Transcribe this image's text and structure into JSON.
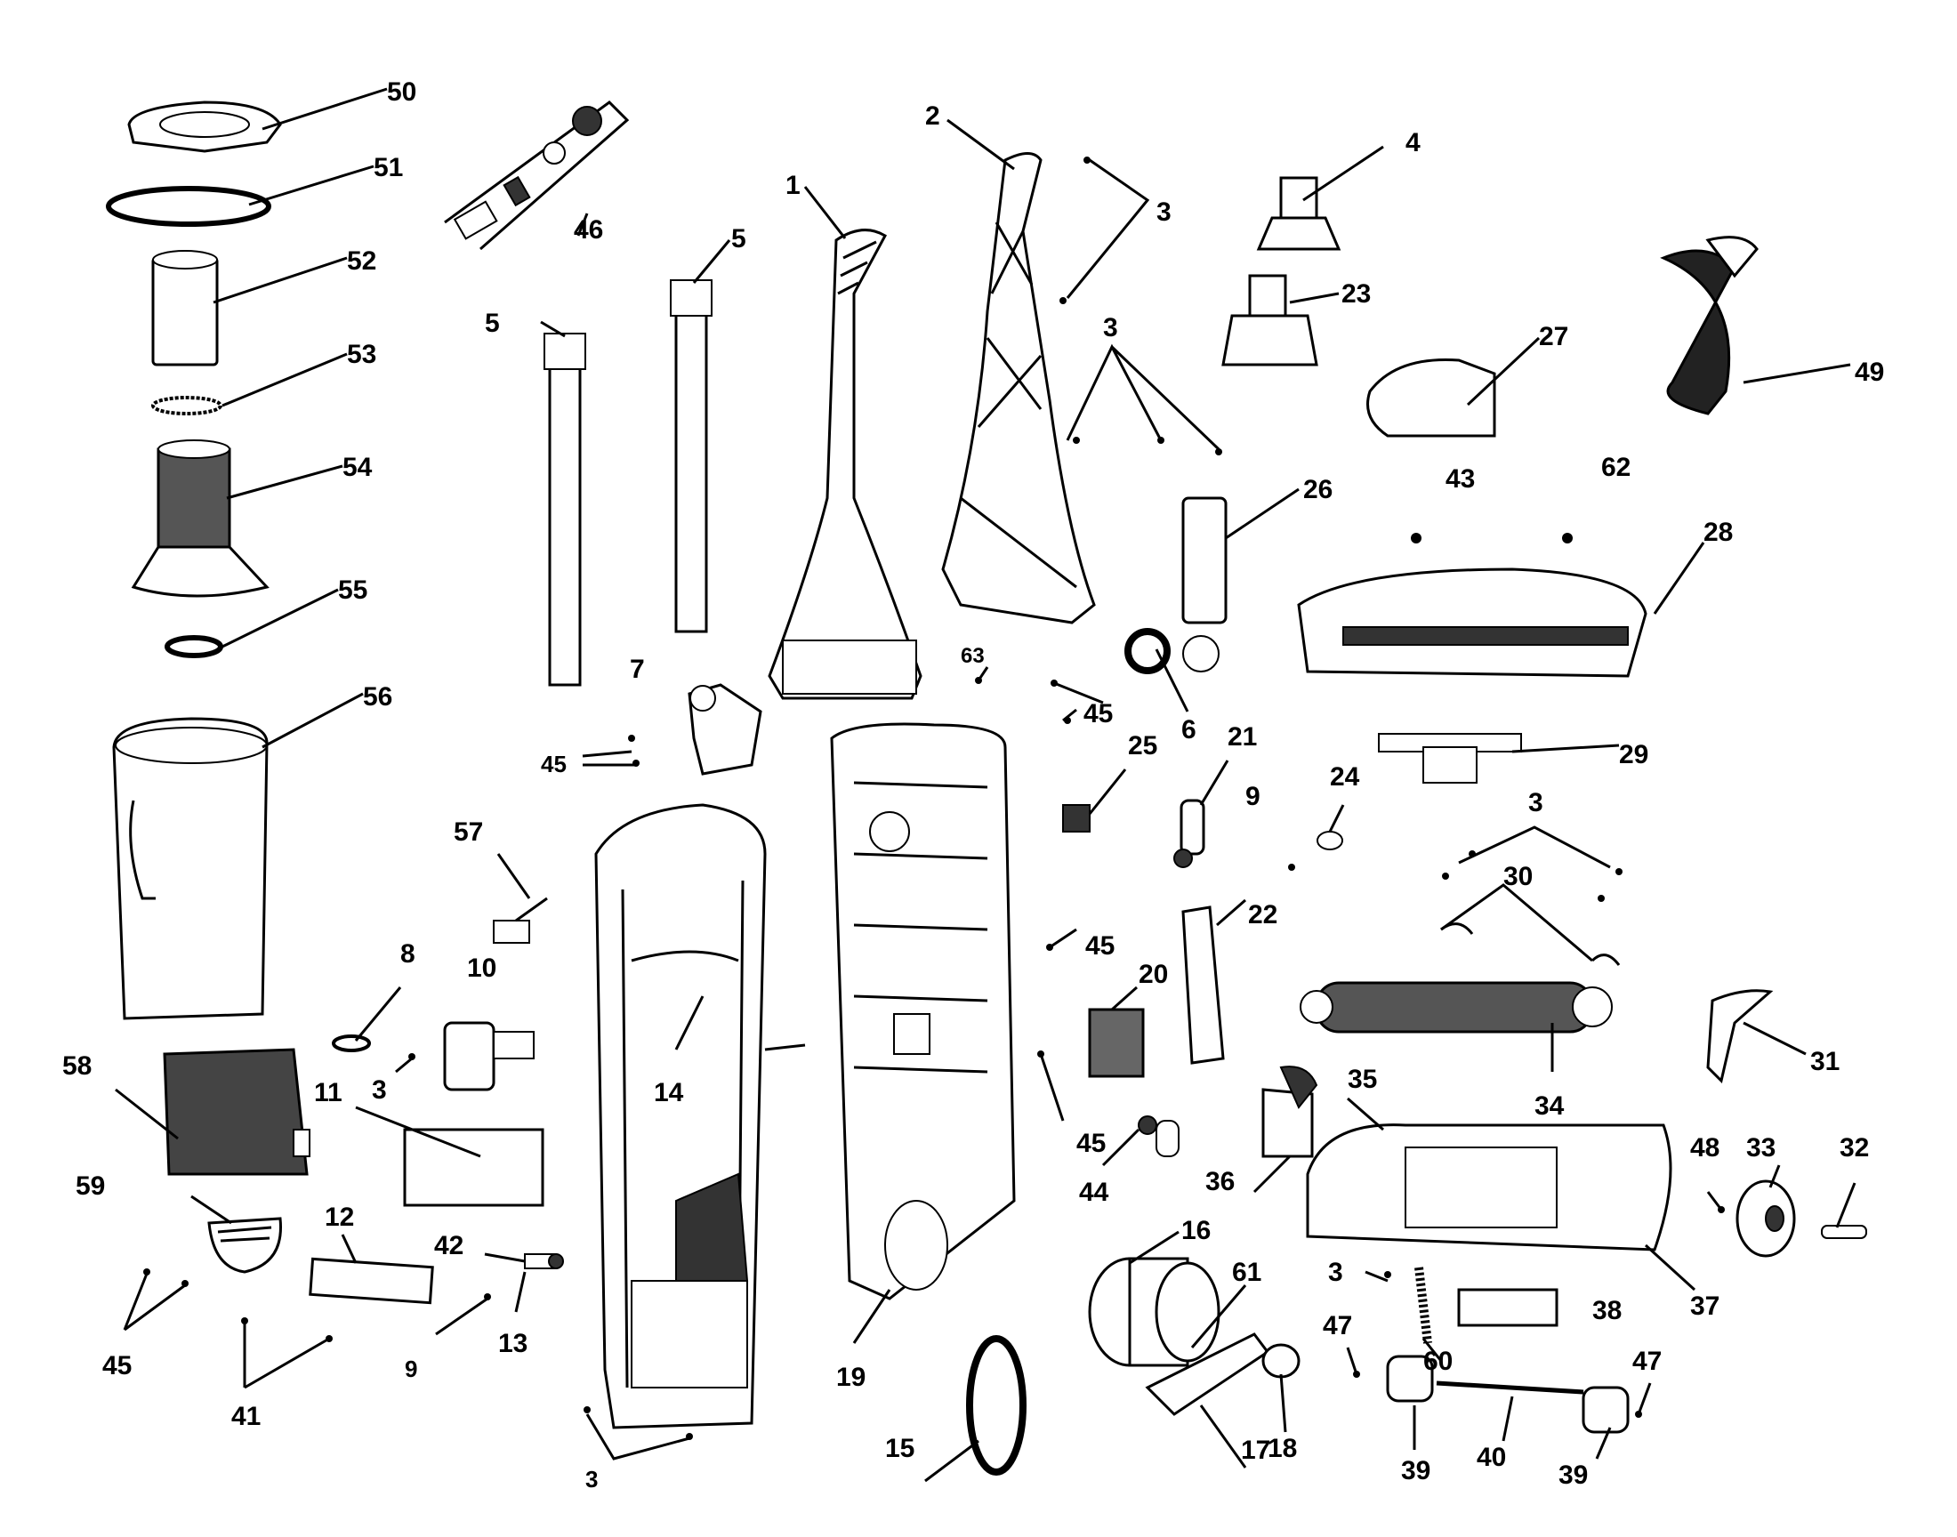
{
  "labels": {
    "n1": "1",
    "n2": "2",
    "n3": "3",
    "n4": "4",
    "n5": "5",
    "n6": "6",
    "n7": "7",
    "n8": "8",
    "n9": "9",
    "n10": "10",
    "n11": "11",
    "n12": "12",
    "n13": "13",
    "n14": "14",
    "n15": "15",
    "n16": "16",
    "n17": "17",
    "n18": "18",
    "n19": "19",
    "n20": "20",
    "n21": "21",
    "n22": "22",
    "n23": "23",
    "n24": "24",
    "n25": "25",
    "n26": "26",
    "n27": "27",
    "n28": "28",
    "n29": "29",
    "n30": "30",
    "n31": "31",
    "n32": "32",
    "n33": "33",
    "n34": "34",
    "n35": "35",
    "n36": "36",
    "n37": "37",
    "n38": "38",
    "n39": "39",
    "n40": "40",
    "n41": "41",
    "n42": "42",
    "n43": "43",
    "n44": "44",
    "n45": "45",
    "n46": "46",
    "n47": "47",
    "n48": "48",
    "n49": "49",
    "n50": "50",
    "n51": "51",
    "n52": "52",
    "n53": "53",
    "n54": "54",
    "n55": "55",
    "n56": "56",
    "n57": "57",
    "n58": "58",
    "n59": "59",
    "n60": "60",
    "n61": "61",
    "n62": "62",
    "n63": "63"
  }
}
